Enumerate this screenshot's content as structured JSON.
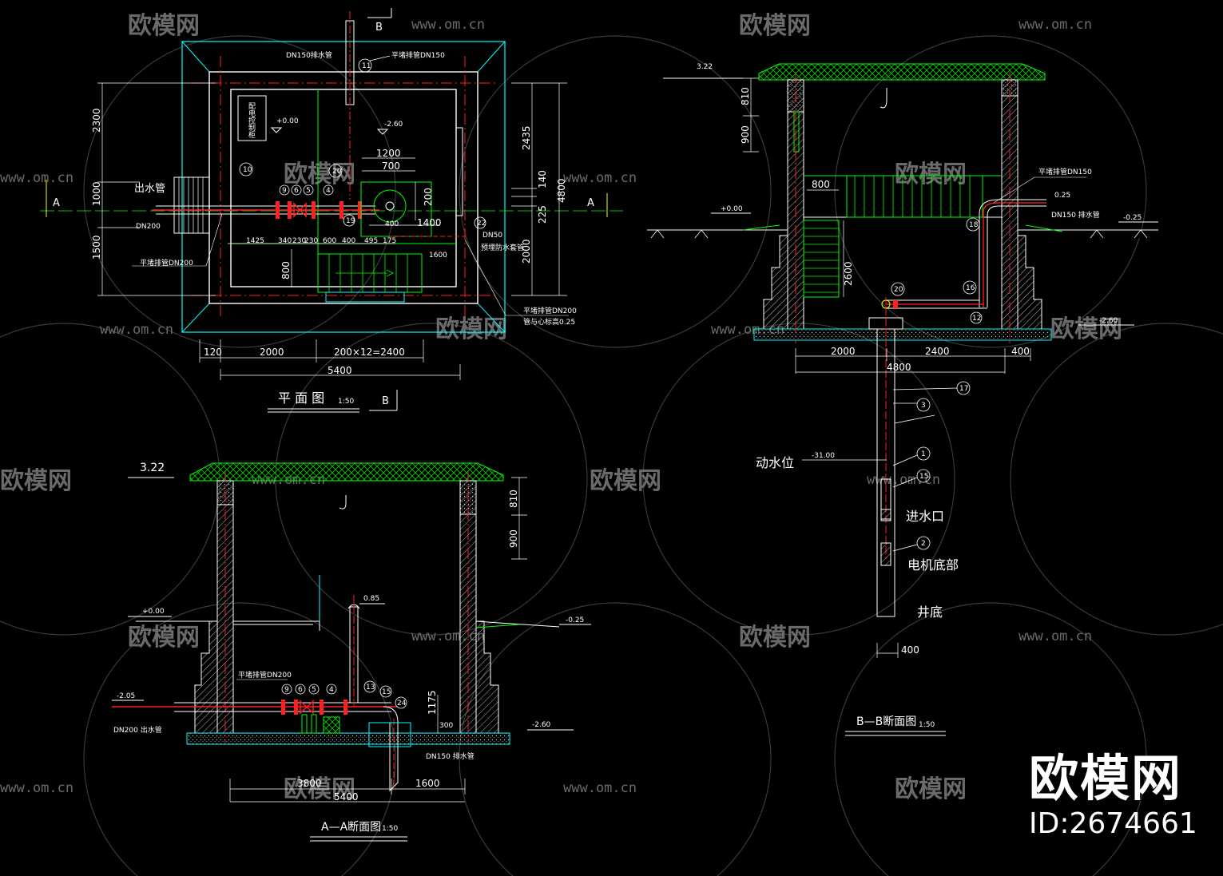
{
  "watermark": {
    "brand": "欧模网",
    "url": "www.om.cn"
  },
  "brand_badge": {
    "name": "欧模网",
    "id": "ID:2674661"
  },
  "plan": {
    "title": "平 面 图",
    "scale": "1:50",
    "section_b_top": "B",
    "section_b_bottom": "B",
    "section_a_left": "A",
    "section_a_right": "A",
    "outlet_pipe": "出水管",
    "dn200": "DN200",
    "dn150": "DN150",
    "pipe_top": "DN150排水管",
    "pipe_top_b": "平堵排管DN150",
    "pipe_left": "平堵排管DN200",
    "pipe_bottom_right": "平堵排管DN200",
    "drain_note": "管与心标高0.25",
    "elev_0": "+0.00",
    "elev_pit": "-2.60",
    "dn50": "DN50",
    "drain_right": "预埋防水套管",
    "dims_left": [
      "2300",
      "1000",
      "1500"
    ],
    "dims_right": [
      "2435",
      "140",
      "225",
      "2000",
      "4800"
    ],
    "dim_1200": "1200",
    "dim_700": "700",
    "dim_1400": "1400",
    "dim_400": "400",
    "dim_1600": "1600",
    "dim_800": "800",
    "pipe_dims": [
      "1425",
      "340",
      "230",
      "230",
      "600",
      "400",
      "495",
      "175"
    ],
    "bottom_dims": [
      "120",
      "2000",
      "200×12=2400"
    ],
    "total": "5400",
    "callouts": [
      "11",
      "10",
      "20",
      "9",
      "6",
      "5",
      "4",
      "19",
      "22"
    ],
    "panel_label": "配电控制柜"
  },
  "section_aa": {
    "title": "A—A断面图",
    "scale": "1:50",
    "elev_top": "3.22",
    "elev_0": "+0.00",
    "elev_085": "0.85",
    "elev_m025": "-0.25",
    "elev_m205": "-2.05",
    "elev_m260": "-2.60",
    "dims_right": [
      "810",
      "900"
    ],
    "dim_1175": "1175",
    "dim_300": "300",
    "dims_bottom": [
      "3800",
      "1600"
    ],
    "total": "5400",
    "pipe_label": "平堵排管DN200",
    "outlet": "DN200  出水管",
    "drain": "DN150  排水管",
    "callouts": [
      "9",
      "6",
      "5",
      "4",
      "13",
      "15",
      "24"
    ]
  },
  "section_bb": {
    "title": "B—B断面图",
    "scale": "1:50",
    "elev_top": "3.22",
    "elev_0": "+0.00",
    "elev_025": "0.25",
    "elev_m025": "-0.25",
    "elev_m260": "-2.60",
    "dims_left": [
      "810",
      "900"
    ],
    "dim_800": "800",
    "dim_2600": "2600",
    "dims_bottom": [
      "2000",
      "2400",
      "400"
    ],
    "total": "4800",
    "well_dia": "400",
    "pipe_label": "平堵排管DN150",
    "drain": "DN150  排水管",
    "water_level": "动水位",
    "water_elev": "-31.00",
    "intake": "进水口",
    "motor": "电机底部",
    "well_bottom": "井底",
    "callouts": [
      "18",
      "20",
      "16",
      "12",
      "17",
      "3",
      "1",
      "15",
      "2"
    ]
  },
  "colors": {
    "wall": "#ffffff",
    "hatch": "#bbbbbb",
    "concrete": "#00ff00",
    "cyan": "#00ffff",
    "red": "#ff2020",
    "yellow": "#ffff00",
    "magenta": "#ff00ff",
    "green": "#00ff00"
  }
}
